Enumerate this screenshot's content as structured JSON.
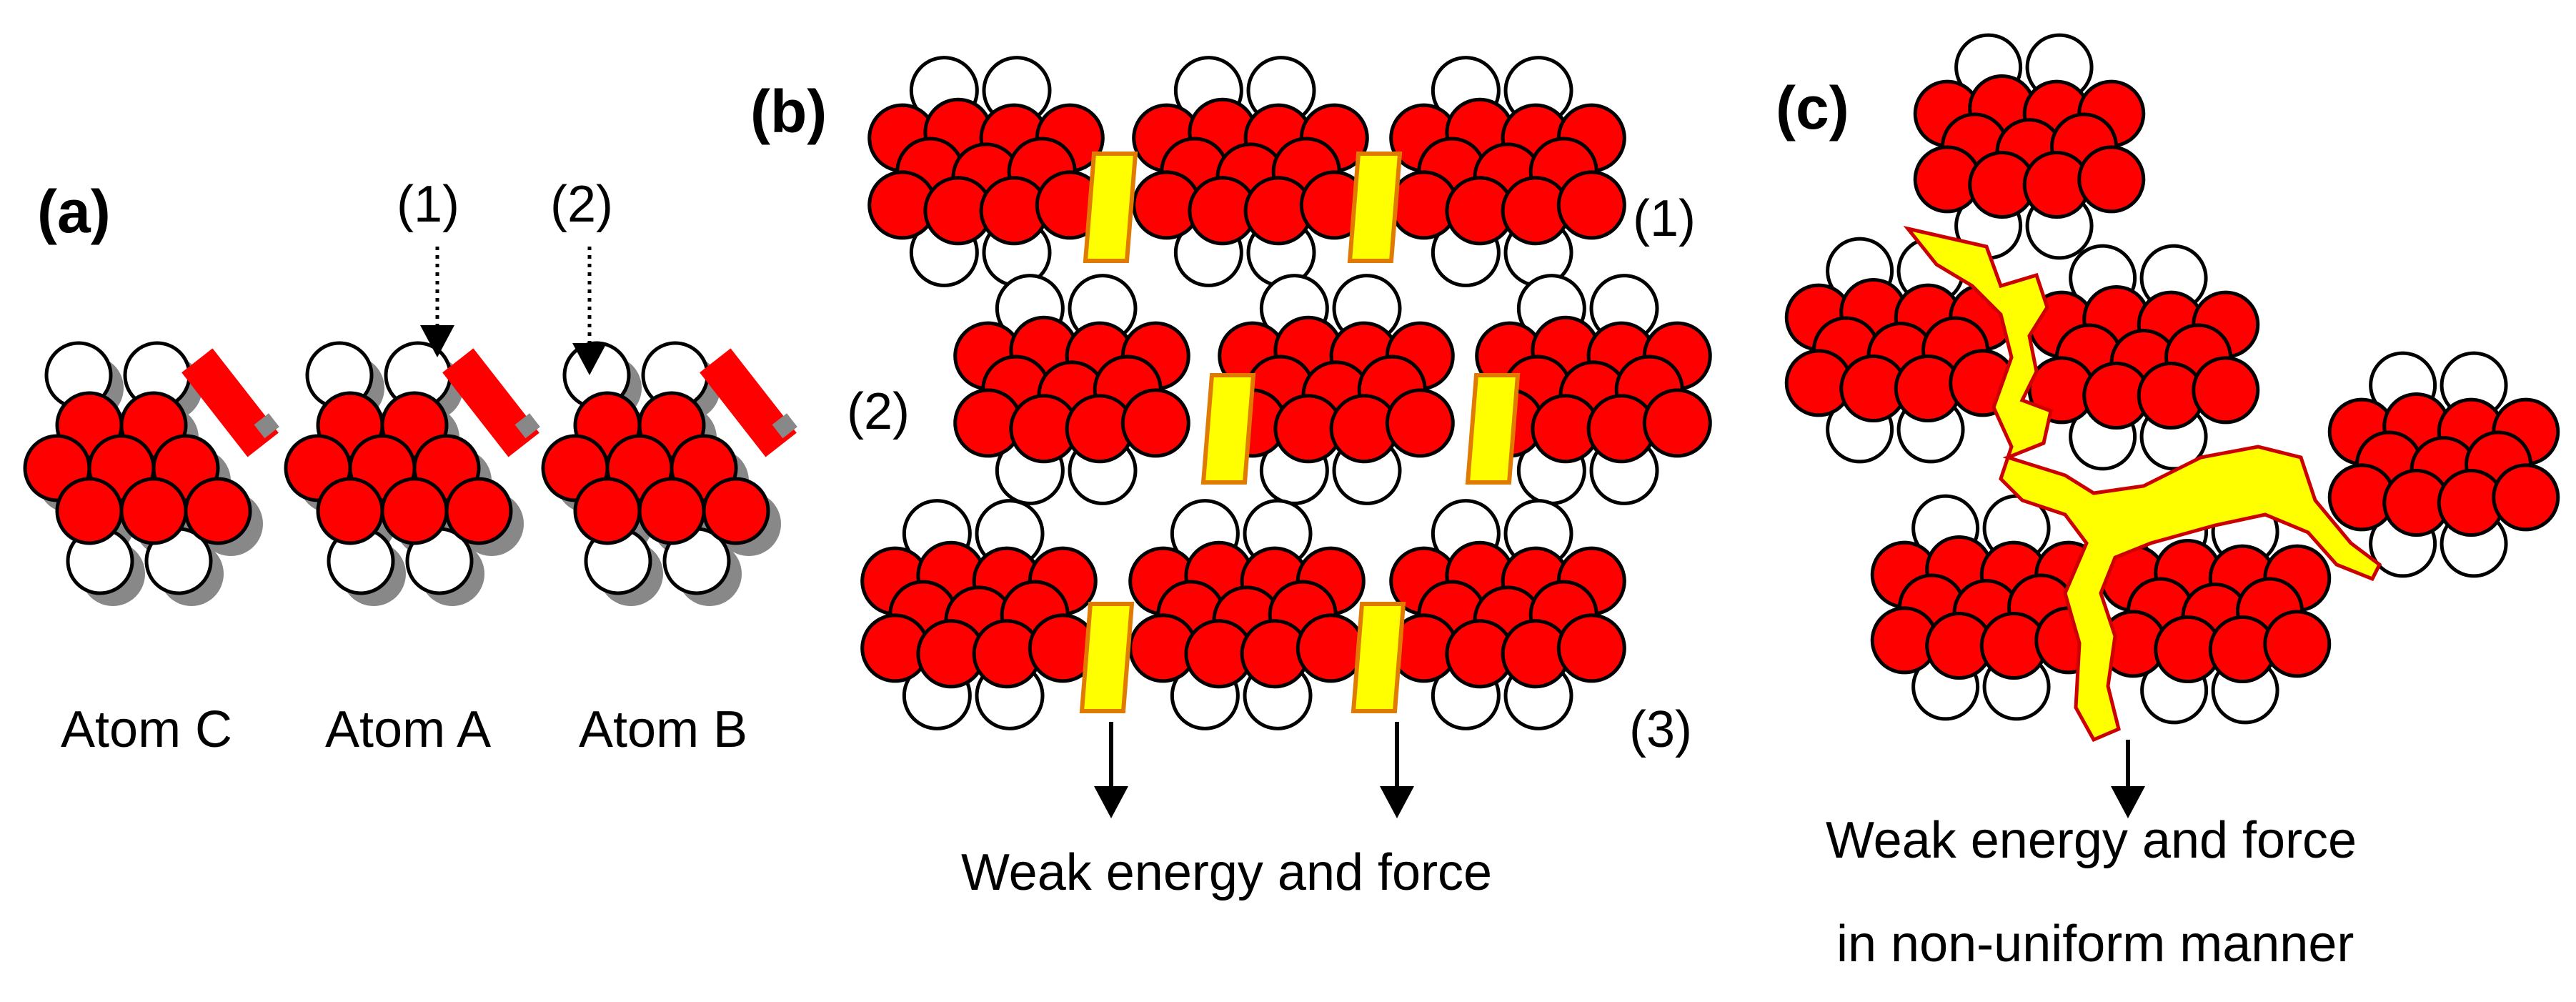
{
  "panels": {
    "a": {
      "label": "(a)",
      "arrow1_label": "(1)",
      "arrow2_label": "(2)",
      "atoms": [
        "Atom C",
        "Atom A",
        "Atom B"
      ]
    },
    "b": {
      "label": "(b)",
      "row_labels": [
        "(1)",
        "(2)",
        "(3)"
      ],
      "caption": "Weak energy and force"
    },
    "c": {
      "label": "(c)",
      "caption_line1": "Weak energy and force",
      "caption_line2": "in non-uniform manner"
    }
  },
  "colors": {
    "atom_red": "#ff0000",
    "atom_white": "#ffffff",
    "bond_yellow": "#ffff00",
    "bond_outline": "#e07a00",
    "crack_outline": "#cc0000",
    "shadow": "#888888"
  }
}
